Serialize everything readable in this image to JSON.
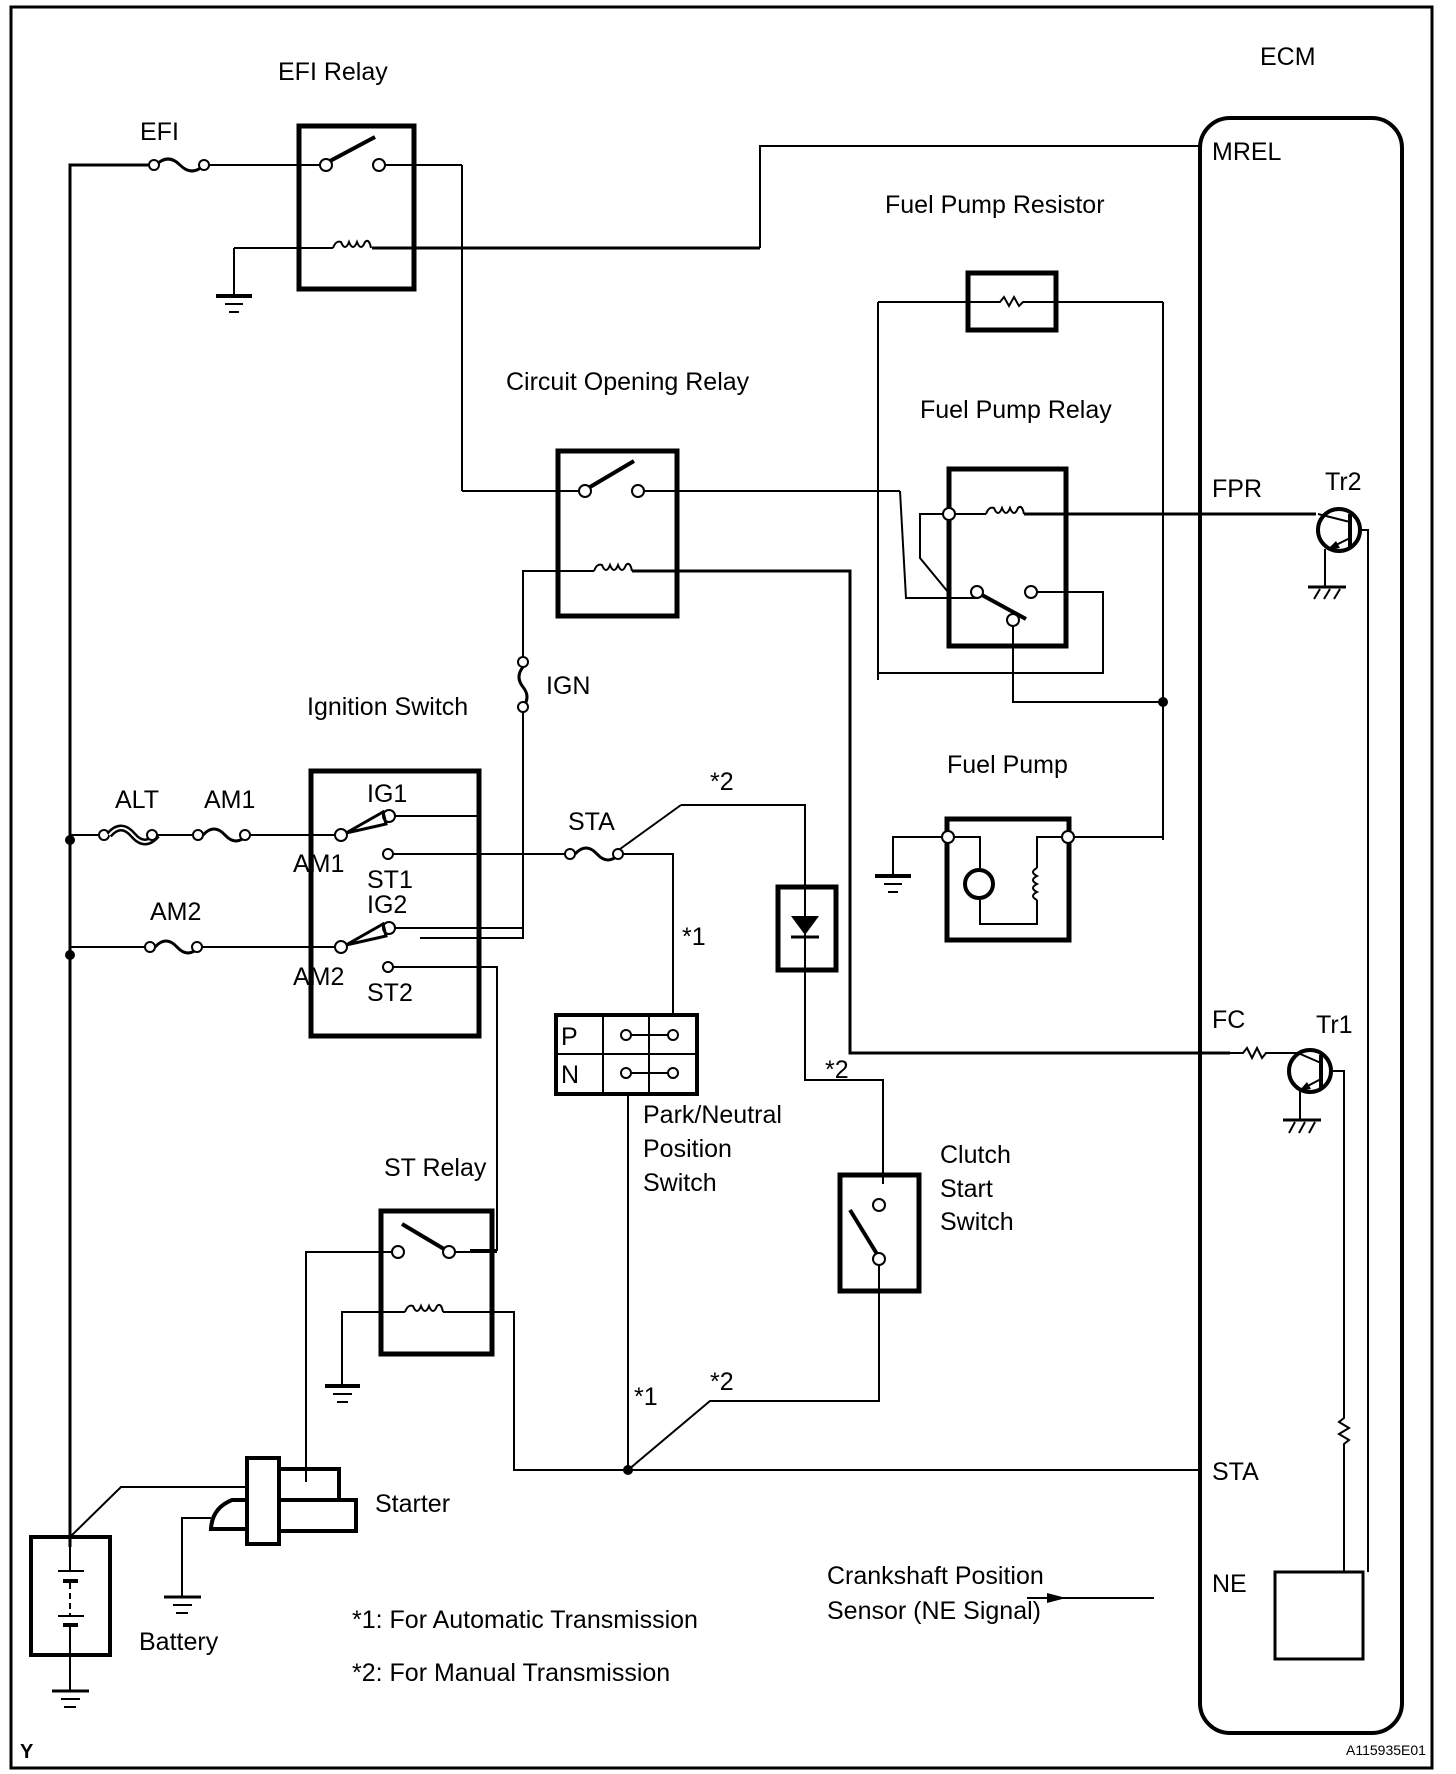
{
  "diagram": {
    "title": "Fuel Pump Control Circuit",
    "figure_id": "A115935E01",
    "corner_mark": "Y",
    "colors": {
      "line": "#000000",
      "background": "#ffffff"
    }
  },
  "components": {
    "ecm": "ECM",
    "efi_relay": "EFI Relay",
    "efi_fuse": "EFI",
    "fuel_pump_resistor": "Fuel Pump Resistor",
    "circuit_opening_relay": "Circuit Opening Relay",
    "fuel_pump_relay": "Fuel Pump Relay",
    "ignition_switch": "Ignition Switch",
    "ign_fuse": "IGN",
    "fuel_pump": "Fuel Pump",
    "alt_fuse": "ALT",
    "am1_fuse": "AM1",
    "am2_fuse": "AM2",
    "sta_fuse": "STA",
    "park_neutral_switch": [
      "Park/Neutral",
      "Position",
      "Switch"
    ],
    "clutch_start_switch": [
      "Clutch",
      "Start",
      "Switch"
    ],
    "st_relay": "ST Relay",
    "starter": "Starter",
    "battery": "Battery",
    "crankshaft_sensor": [
      "Crankshaft Position",
      "Sensor (NE Signal)"
    ]
  },
  "ignition_terminals": {
    "ig1": "IG1",
    "am1": "AM1",
    "st1": "ST1",
    "ig2": "IG2",
    "am2": "AM2",
    "st2": "ST2"
  },
  "pn_switch_rows": [
    "P",
    "N"
  ],
  "ecm_pins": {
    "mrel": "MREL",
    "fpr": "FPR",
    "fc": "FC",
    "sta": "STA",
    "ne": "NE"
  },
  "transistors": {
    "tr1": "Tr1",
    "tr2": "Tr2"
  },
  "markers": {
    "star1": "*1",
    "star2": "*2"
  },
  "notes": [
    "*1: For Automatic Transmission",
    "*2: For Manual Transmission"
  ]
}
